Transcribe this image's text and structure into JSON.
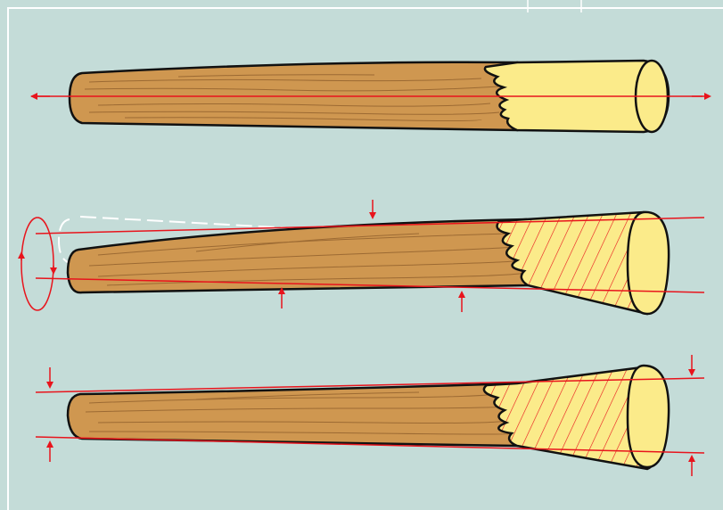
{
  "figure": {
    "colors": {
      "background": "#c4dcd8",
      "frame_line": "#ffffff",
      "wood": "#cf9750",
      "wood_grain": "#9c6a33",
      "broken_surface": "#fbeb8a",
      "outline": "#111111",
      "force_lines": "#e8141c",
      "dashed_original": "#ffffff"
    },
    "panels": [
      {
        "id": "tension",
        "description_icon": "tension-arrows"
      },
      {
        "id": "torsion",
        "description_icon": "rotation-arrow"
      },
      {
        "id": "bending",
        "description_icon": "bending-arrows"
      }
    ]
  }
}
